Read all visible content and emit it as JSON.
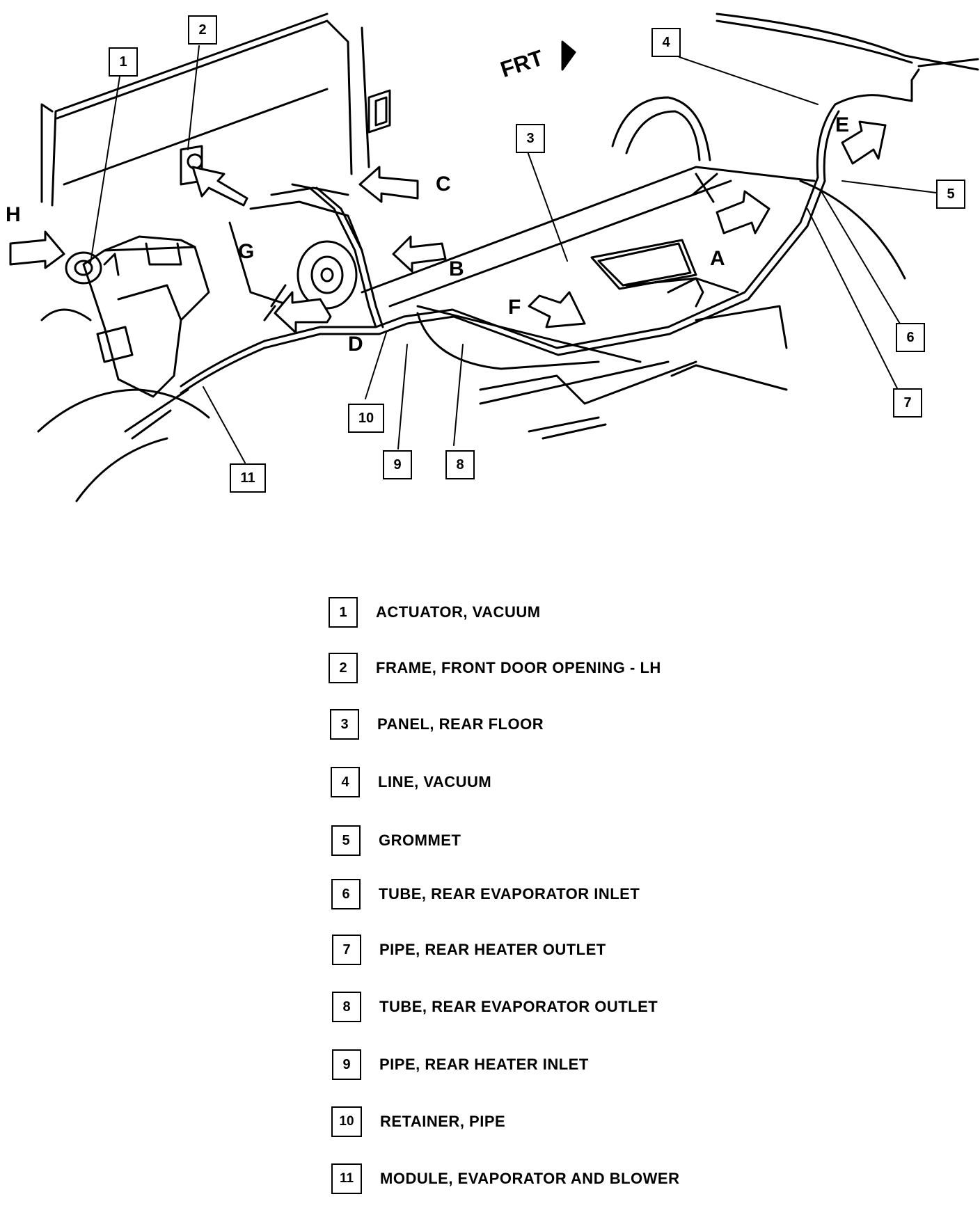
{
  "diagram": {
    "front_indicator": "FRT",
    "callouts": [
      "1",
      "2",
      "3",
      "4",
      "5",
      "6",
      "7",
      "8",
      "9",
      "10",
      "11"
    ],
    "view_letters": [
      "A",
      "B",
      "C",
      "D",
      "E",
      "F",
      "G",
      "H"
    ]
  },
  "legend": [
    {
      "number": "1",
      "label": "ACTUATOR, VACUUM"
    },
    {
      "number": "2",
      "label": "FRAME, FRONT DOOR OPENING - LH"
    },
    {
      "number": "3",
      "label": "PANEL, REAR FLOOR"
    },
    {
      "number": "4",
      "label": "LINE, VACUUM"
    },
    {
      "number": "5",
      "label": "GROMMET"
    },
    {
      "number": "6",
      "label": "TUBE, REAR EVAPORATOR INLET"
    },
    {
      "number": "7",
      "label": "PIPE, REAR HEATER OUTLET"
    },
    {
      "number": "8",
      "label": "TUBE, REAR EVAPORATOR OUTLET"
    },
    {
      "number": "9",
      "label": "PIPE, REAR HEATER INLET"
    },
    {
      "number": "10",
      "label": "RETAINER, PIPE"
    },
    {
      "number": "11",
      "label": "MODULE, EVAPORATOR AND BLOWER"
    }
  ]
}
